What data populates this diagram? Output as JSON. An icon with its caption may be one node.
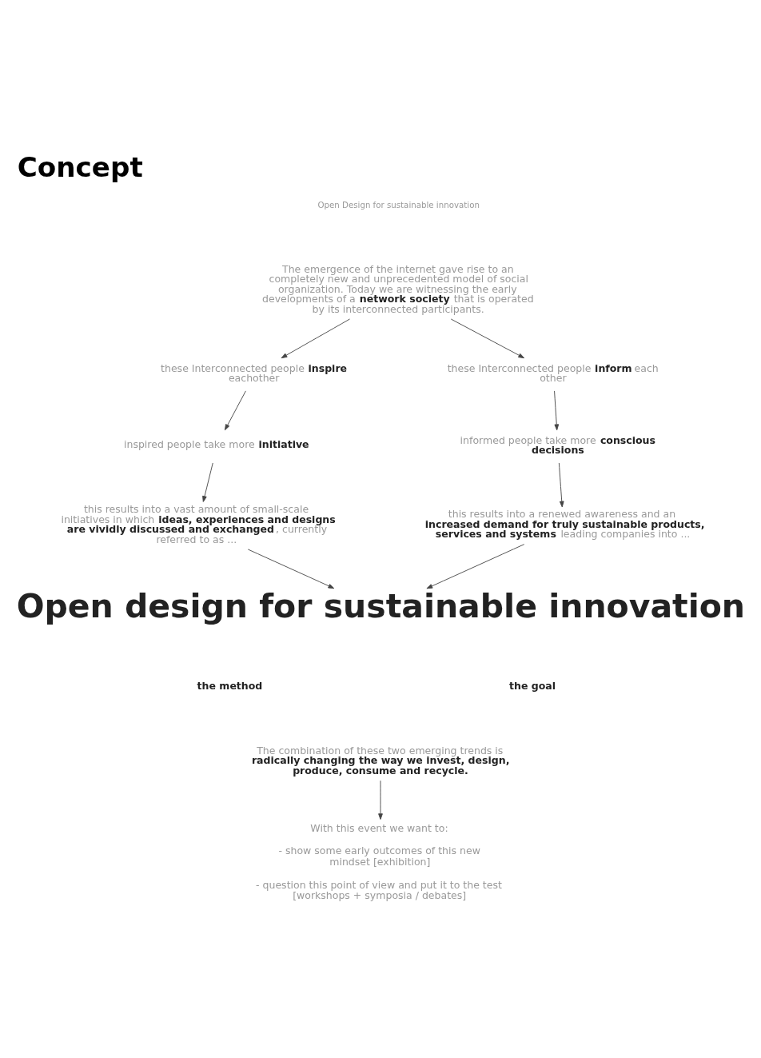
{
  "diagram": {
    "title": "Concept",
    "nodes": [
      {
        "text": [
          "The emergence of the internet gave rise to  an completely new and unprecedented model of social organization. Today we are witnessing the early developments of a **network society** that is operated by its interconnected participants."
        ]
      },
      {
        "text": [
          "these Interconnected people **inspire** eachother"
        ]
      },
      {
        "text": [
          "inspired people take more **initiative**"
        ]
      },
      {
        "text": [
          "this results into a vast amount of small-scale initiatives in which **ideas, experiences and designs are vividly discussed and exchanged**, currently referred to as ..."
        ]
      },
      {
        "text": [
          "these Interconnected people **inform** each other"
        ]
      },
      {
        "text": [
          "informed people take more **conscious decisions**"
        ]
      },
      {
        "text": [
          "this results into a renewed awareness and an **increased demand for truly sustainable products, services and systems** leading companies into ..."
        ]
      },
      {
        "text": [
          "Open design for sustainable innovation"
        ]
      },
      {
        "text": [
          "The combination of these two emerging trends is **radically changing the way we invest, design, produce, consume and recycle.**"
        ]
      },
      {
        "text": [
          "With this event we want to:",
          "- show some early outcomes of this new mindset [exhibition]",
          "- question this point of view and put it to the test [workshops + symposia / debates]"
        ]
      }
    ],
    "edges": [
      {
        "from": 0,
        "to": 1,
        "arrow": "to"
      },
      {
        "from": 0,
        "to": 4,
        "arrow": "to"
      },
      {
        "from": 1,
        "to": 2,
        "arrow": "to"
      },
      {
        "from": 2,
        "to": 3,
        "arrow": "to"
      },
      {
        "from": 3,
        "to": 7,
        "arrow": "to"
      },
      {
        "from": 4,
        "to": 5,
        "arrow": "to"
      },
      {
        "from": 5,
        "to": 6,
        "arrow": "to"
      },
      {
        "from": 6,
        "to": 7,
        "arrow": "to"
      },
      {
        "from": 8,
        "to": 9,
        "arrow": "to"
      }
    ],
    "labels": [
      "Open Design for sustainable innovation",
      "the method",
      "the goal"
    ]
  }
}
